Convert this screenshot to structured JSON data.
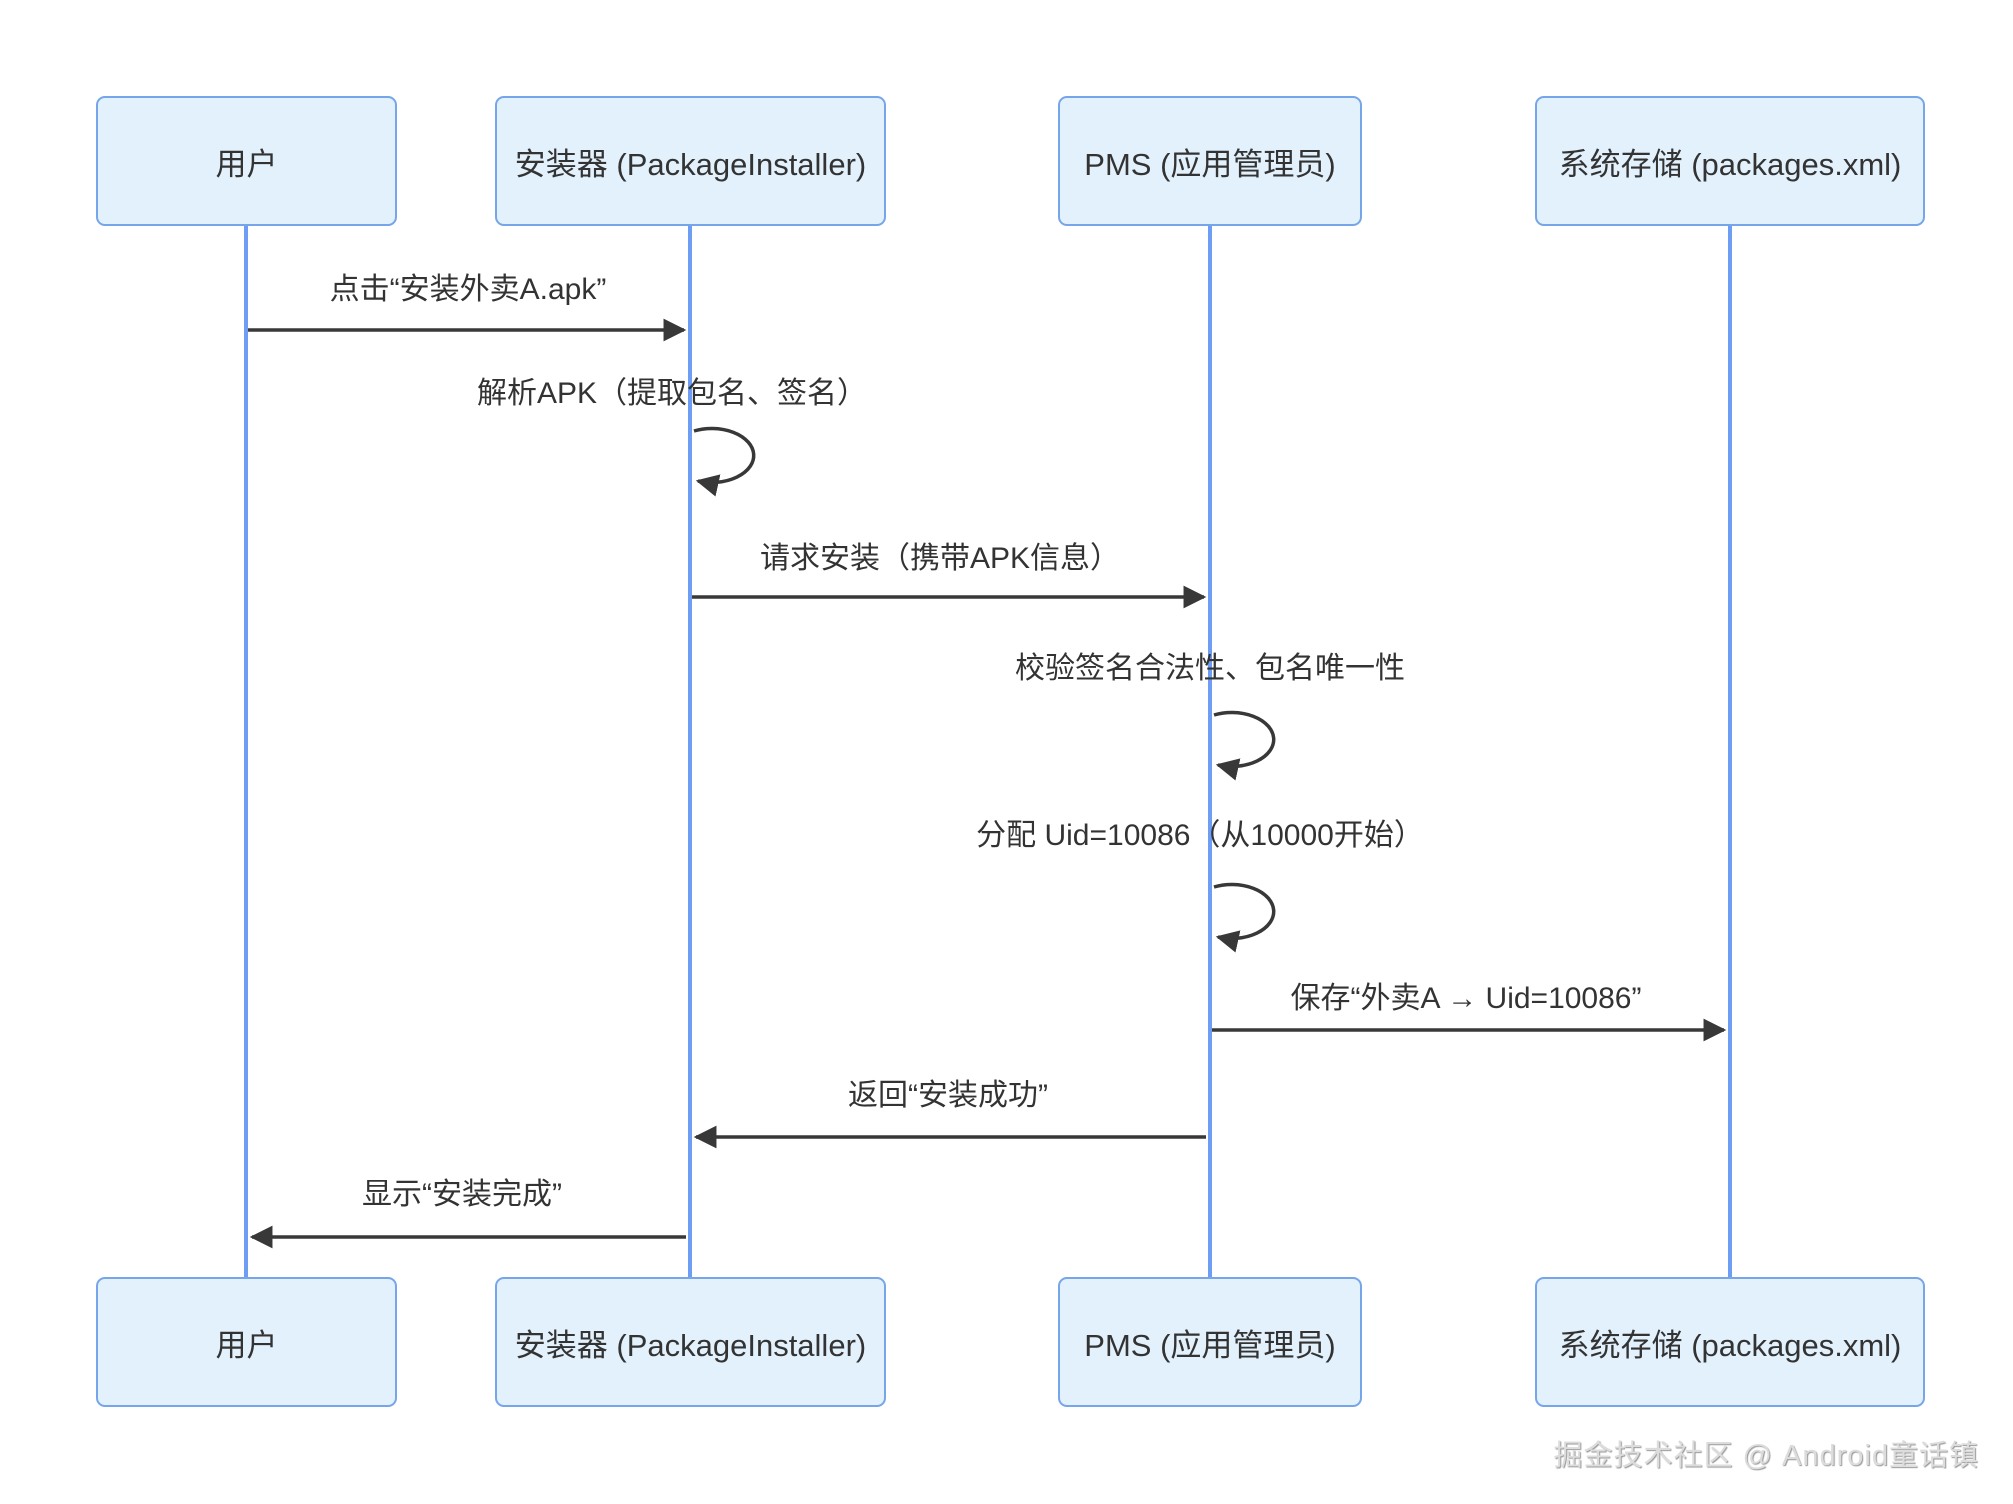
{
  "colors": {
    "box-fill": "#e2f1fc",
    "box-border": "#76a6e9",
    "lifeline": "#6d9ef3",
    "arrow": "#383838",
    "text": "#333333",
    "watermark": "#dcdcdc",
    "background": "#ffffff"
  },
  "diagram": {
    "type": "sequence",
    "actors": [
      {
        "label": "用户"
      },
      {
        "label": "安装器 (PackageInstaller)"
      },
      {
        "label": "PMS (应用管理员)"
      },
      {
        "label": "系统存储 (packages.xml)"
      }
    ],
    "messages": [
      {
        "kind": "message",
        "from": "用户",
        "to": "安装器 (PackageInstaller)",
        "label": "点击“安装外卖A.apk”"
      },
      {
        "kind": "self",
        "actor": "安装器 (PackageInstaller)",
        "label": "解析APK（提取包名、签名）"
      },
      {
        "kind": "message",
        "from": "安装器 (PackageInstaller)",
        "to": "PMS (应用管理员)",
        "label": "请求安装（携带APK信息）"
      },
      {
        "kind": "self",
        "actor": "PMS (应用管理员)",
        "label": "校验签名合法性、包名唯一性"
      },
      {
        "kind": "self",
        "actor": "PMS (应用管理员)",
        "label": "分配 Uid=10086（从10000开始）"
      },
      {
        "kind": "message",
        "from": "PMS (应用管理员)",
        "to": "系统存储 (packages.xml)",
        "label": "保存“外卖A → Uid=10086”"
      },
      {
        "kind": "message",
        "from": "PMS (应用管理员)",
        "to": "安装器 (PackageInstaller)",
        "label": "返回“安装成功”"
      },
      {
        "kind": "message",
        "from": "安装器 (PackageInstaller)",
        "to": "用户",
        "label": "显示“安装完成”"
      }
    ],
    "watermark": "掘金技术社区 @ Android童话镇"
  }
}
